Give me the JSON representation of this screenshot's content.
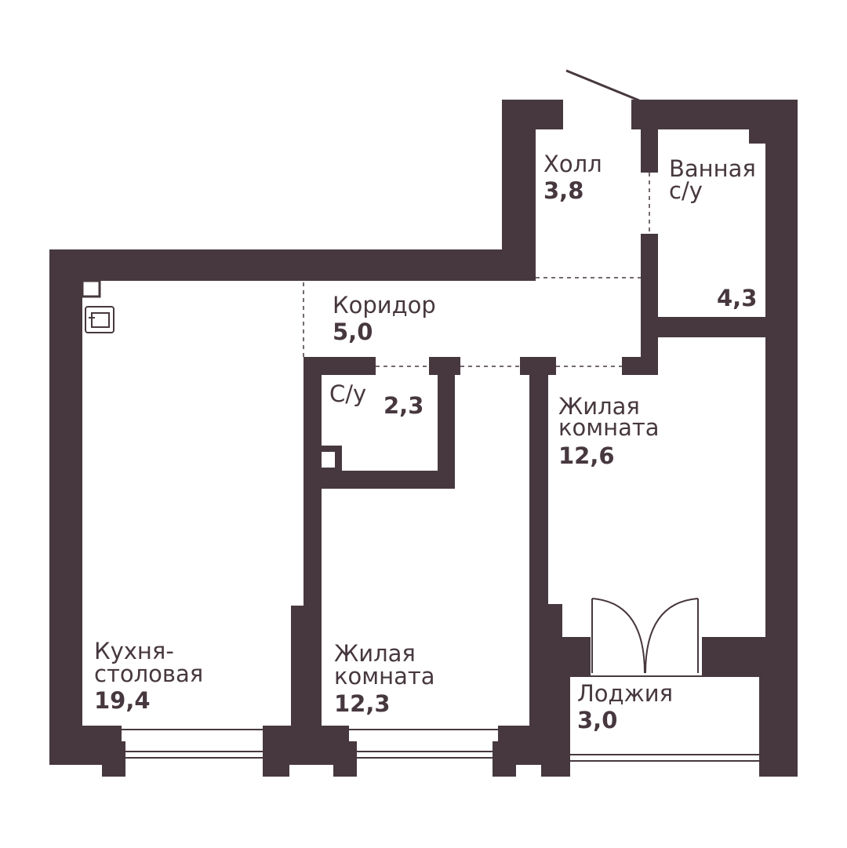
{
  "colors": {
    "wall": "#47383f",
    "text": "#47383f",
    "background": "#ffffff"
  },
  "rooms": {
    "hall": {
      "name": "Холл",
      "area": "3,8"
    },
    "bath": {
      "name1": "Ванная",
      "name2": "с/у",
      "area": "4,3"
    },
    "corridor": {
      "name": "Коридор",
      "area": "5,0"
    },
    "wc": {
      "name": "С/у",
      "area": "2,3"
    },
    "bedroom_right": {
      "name1": "Жилая",
      "name2": "комната",
      "area": "12,6"
    },
    "kitchen": {
      "name1": "Кухня-",
      "name2": "столовая",
      "area": "19,4"
    },
    "bedroom_mid": {
      "name1": "Жилая",
      "name2": "комната",
      "area": "12,3"
    },
    "loggia": {
      "name": "Лоджия",
      "area": "3,0"
    }
  }
}
